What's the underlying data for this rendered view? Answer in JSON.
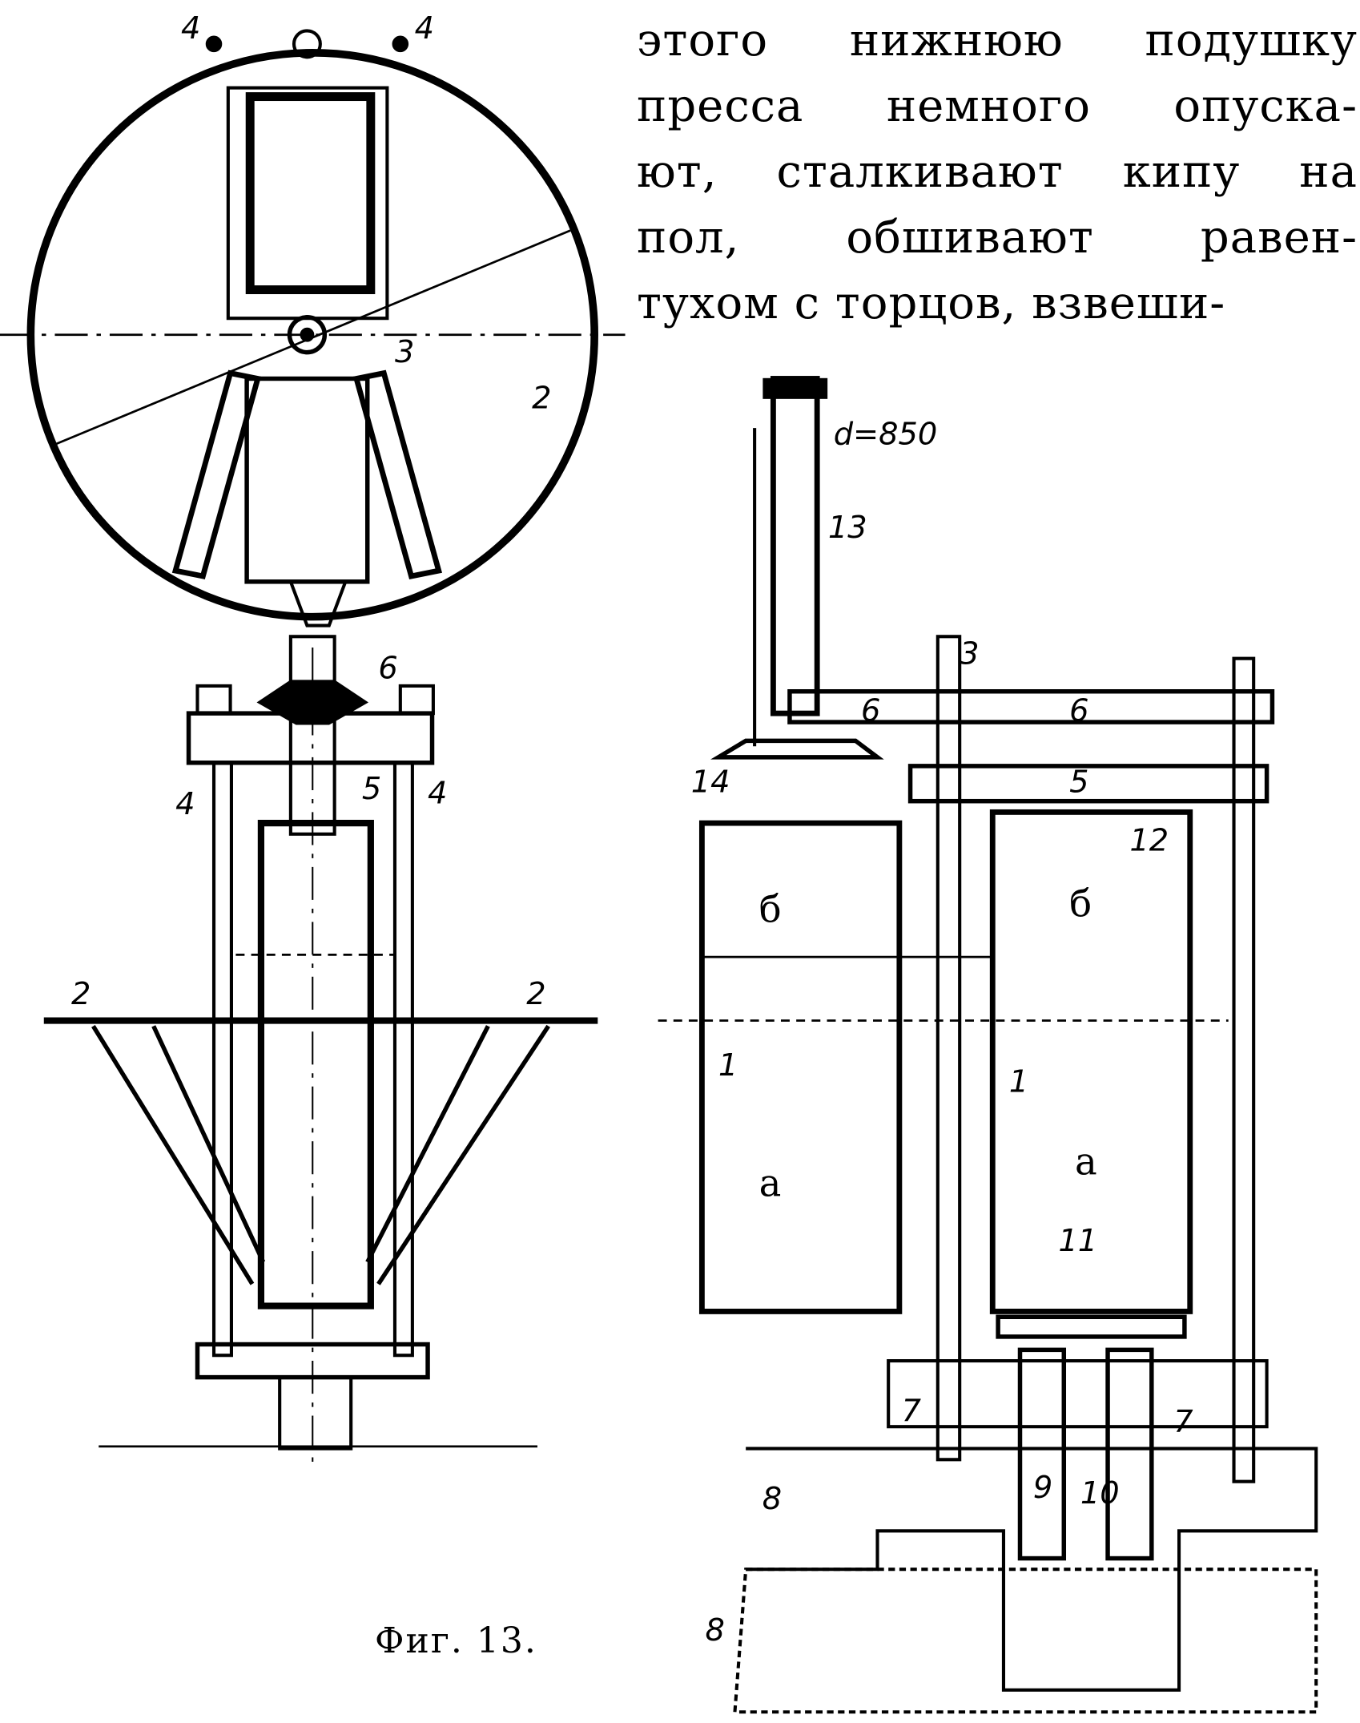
{
  "text_lines": [
    "этого нижнюю подушку",
    "пресса немного опуска-",
    "ют, сталкивают кипу на",
    "пол, обшивают равен-",
    "тухом с торцов, взвеши-"
  ],
  "caption": "Фиг. 13.",
  "labels": {
    "top_view": {
      "l4a": "4",
      "l4b": "4",
      "l3": "3",
      "l2": "2"
    },
    "side_view": {
      "l6": "6",
      "l5": "5",
      "l4a": "4",
      "l4b": "4",
      "l2a": "2",
      "l2b": "2"
    },
    "section_view": {
      "d": "d=850",
      "l13": "13",
      "l3": "3",
      "l6a": "6",
      "l6b": "6",
      "l5": "5",
      "l14": "14",
      "l12": "12",
      "b1": "б",
      "b2": "б",
      "l1a": "1",
      "l1b": "1",
      "a1": "a",
      "a2": "a",
      "l11": "11",
      "l7a": "7",
      "l7b": "7",
      "l8a": "8",
      "l8b": "8",
      "l9": "9",
      "l10": "10"
    }
  }
}
